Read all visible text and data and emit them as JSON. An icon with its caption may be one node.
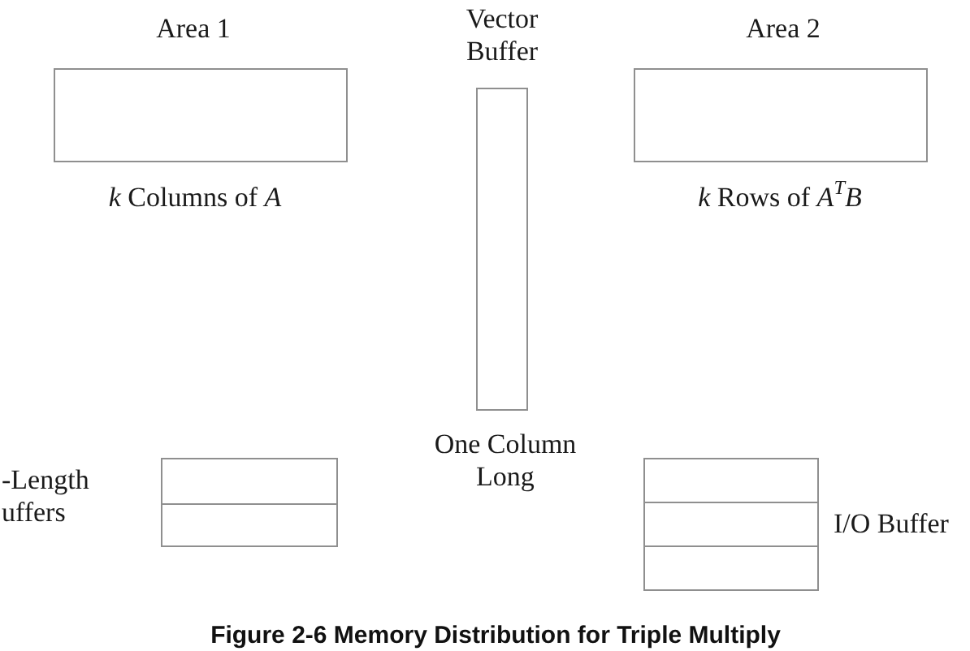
{
  "diagram": {
    "caption": "Figure 2-6 Memory Distribution for Triple Multiply",
    "nodes": [
      {
        "text": [
          "Area 1"
        ],
        "beside": [
          "*k* Columns of *A*"
        ]
      },
      {
        "text": [
          "Vector Buffer"
        ],
        "beside": [
          "One Column Long"
        ]
      },
      {
        "text": [
          "Area 2"
        ],
        "beside": [
          "*k* Rows of *A*$^{T}$*B*"
        ]
      },
      {
        "text": [
          "-Length uffers"
        ]
      },
      {
        "text": [],
        "shape": "box",
        "in": 3
      },
      {
        "text": [],
        "shape": "box",
        "in": 3
      },
      {
        "text": [
          "I/O Buffer"
        ]
      },
      {
        "text": [],
        "shape": "box",
        "in": 6
      },
      {
        "text": [],
        "shape": "box",
        "in": 6
      },
      {
        "text": [],
        "shape": "box",
        "in": 6
      }
    ]
  }
}
